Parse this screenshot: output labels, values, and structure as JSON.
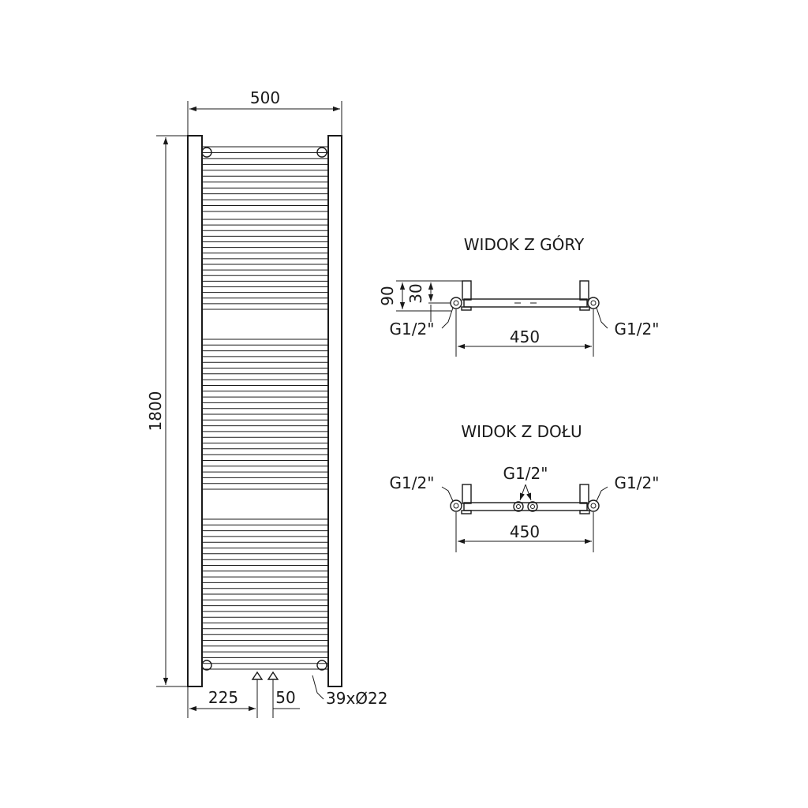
{
  "front_view": {
    "width_label": "500",
    "height_label": "1800",
    "left_offset_label": "225",
    "spacing_label": "50",
    "tube_spec_label": "39xØ22"
  },
  "top_view": {
    "title": "WIDOK Z GÓRY",
    "depth_label": "90",
    "axis_label": "30",
    "left_connection": "G1/2\"",
    "right_connection": "G1/2\"",
    "span_label": "450"
  },
  "bottom_view": {
    "title": "WIDOK Z DOŁU",
    "left_connection": "G1/2\"",
    "center_connection": "G1/2\"",
    "right_connection": "G1/2\"",
    "span_label": "450"
  },
  "colors": {
    "line": "#1a1a1a",
    "background": "#ffffff"
  }
}
